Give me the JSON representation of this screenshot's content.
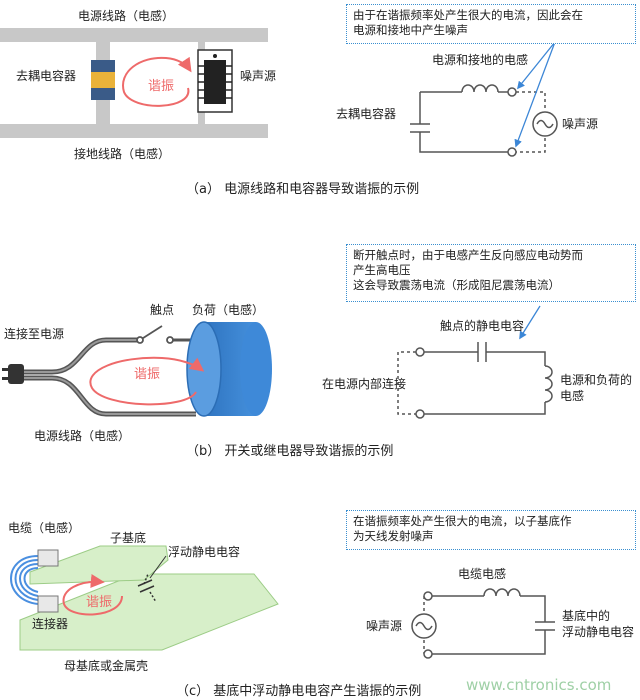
{
  "panel_a": {
    "power_line": "电源线路（电感）",
    "decoupling_cap": "去耦电容器",
    "resonance": "谐振",
    "noise_source": "噪声源",
    "ground_line": "接地线路（电感）",
    "note_lines": [
      "由于在谐振频率处产生很大的电流，因此会在",
      "电源和接地中产生噪声"
    ],
    "circuit_inductance": "电源和接地的电感",
    "circuit_cap": "去耦电容器",
    "circuit_noise": "噪声源",
    "caption": "（a） 电源线路和电容器导致谐振的示例"
  },
  "panel_b": {
    "to_power": "连接至电源",
    "contact": "触点",
    "load": "负荷（电感）",
    "resonance": "谐振",
    "power_line": "电源线路（电感）",
    "note_lines": [
      "断开触点时，由于电感产生反向感应电动势而",
      "产生高电压",
      "这会导致震荡电流（形成阻尼震荡电流）"
    ],
    "contact_cap": "触点的静电电容",
    "internal": "在电源内部连接",
    "inductance_lines": [
      "电源和负荷的",
      "电感"
    ],
    "caption": "（b） 开关或继电器导致谐振的示例"
  },
  "panel_c": {
    "cable": "电缆（电感）",
    "sub_board": "子基底",
    "floating_cap": "浮动静电电容",
    "resonance": "谐振",
    "connector": "连接器",
    "mother_board": "母基底或金属壳",
    "note_lines": [
      "在谐振频率处产生很大的电流，以子基底作",
      "为天线发射噪声"
    ],
    "cable_inductance": "电缆电感",
    "noise_source": "噪声源",
    "floating_lines": [
      "基底中的",
      "浮动静电电容"
    ],
    "caption": "（c） 基底中浮动静电电容产生谐振的示例"
  },
  "watermark": "www.cntronics.com",
  "colors": {
    "accent": "#ee6a6a",
    "blue": "#3b86d6",
    "board": "#d7efc9",
    "note_border": "#3a8fd0"
  }
}
